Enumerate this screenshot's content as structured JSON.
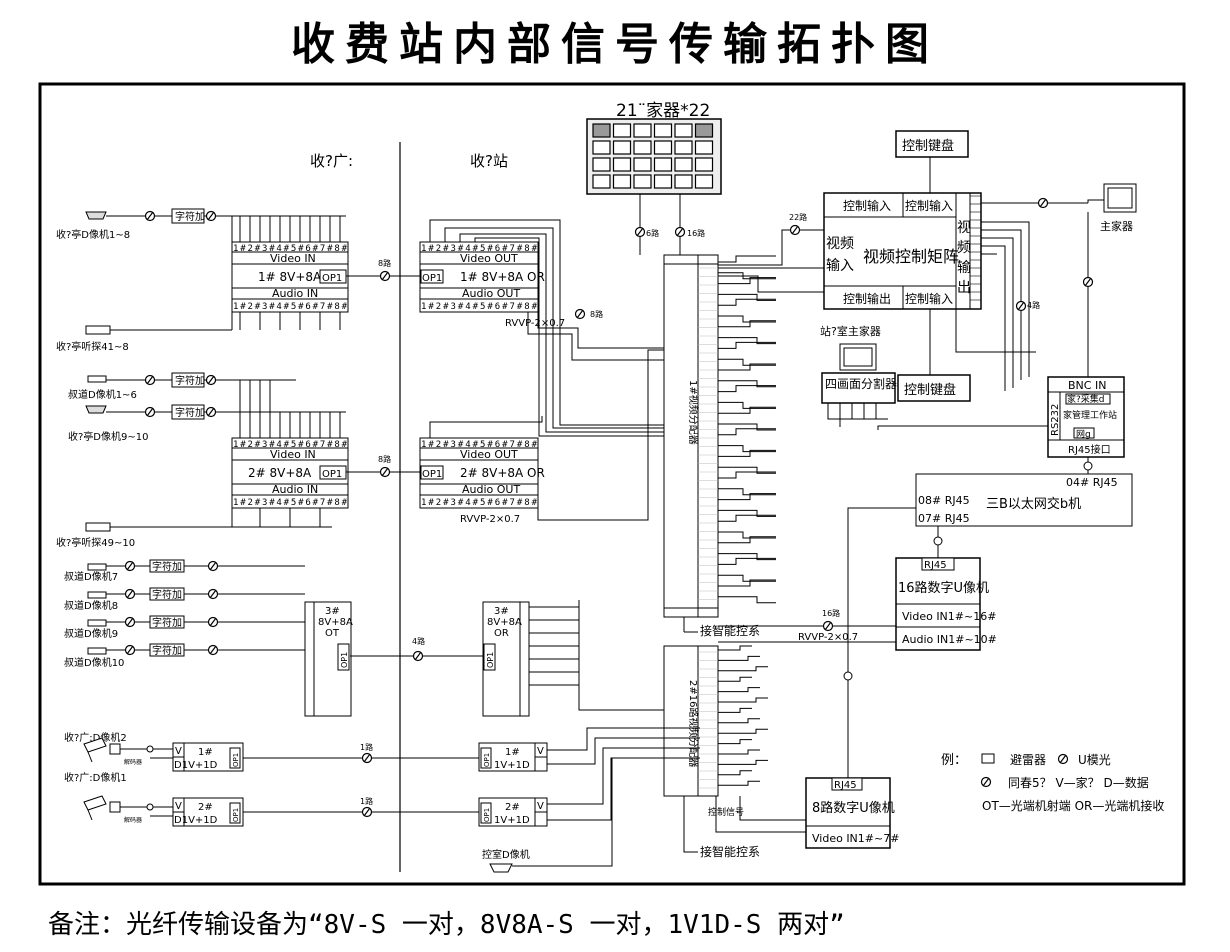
{
  "title": "收费站内部信号传输拓扑图",
  "note": "备注：光纤传输设备为“8V-S 一对，8V8A-S 一对，1V1D-S 两对”",
  "sections": {
    "plaza": "收?广:",
    "station": "收?站"
  },
  "wall": {
    "label": "21¨家器*22",
    "six": "6路",
    "sixteen": "16路"
  },
  "matrix": {
    "title": "视频控制矩阵",
    "ctrl_in_1": "控制输入",
    "ctrl_in_2": "控制输入",
    "ctrl_in_3": "控制输入",
    "ctrl_out": "控制输出",
    "vin_1": "视频",
    "vin_2": "输入",
    "vout_1": "视",
    "vout_2": "频",
    "vout_3": "输",
    "vout_4": "出",
    "lines_in": "22路",
    "lines_out": "4路"
  },
  "keyboards": {
    "top": "控制键盘",
    "bottom": "控制键盘"
  },
  "main_monitor": "主家器",
  "station_monitor": "站?室主家器",
  "quad": "四画面分割器",
  "workstation": {
    "bnc": "BNC IN",
    "capture": "家?采集d",
    "name": "家管理工作站",
    "card": "网g",
    "rs232": "RS232",
    "rj45": "RJ45接口"
  },
  "switch": {
    "port1": "04# RJ45",
    "port2": "08# RJ45",
    "port3": "07# RJ45",
    "name": "三B以太网交b机"
  },
  "dvr16": {
    "rj": "RJ45",
    "name": "16路数字U像机",
    "vin": "Video IN1#~16#",
    "ain": "Audio IN1#~10#",
    "count": "16路",
    "cable": "RVVP-2×0.7"
  },
  "dvr8": {
    "rj": "RJ45",
    "name": "8路数字U像机",
    "vin": "Video IN1#~7#"
  },
  "dist1": "1#视频分配器",
  "dist2": "2#16路视频分配器",
  "ctrl_signal": "控制信号",
  "smart1": "接智能控系",
  "smart2": "接智能控系",
  "tx1": {
    "vin": "Video IN",
    "model": "1# 8V+8A",
    "op": "OP1",
    "ain": "Audio IN",
    "ports": "1#2#3#4#5#6#7#8#"
  },
  "tx2": {
    "vin": "Video IN",
    "model": "2# 8V+8A",
    "op": "OP1",
    "ain": "Audio IN",
    "ports": "1#2#3#4#5#6#7#8#"
  },
  "rx1": {
    "vout": "Video OUT",
    "model": "1# 8V+8A OR",
    "op": "OP1",
    "aout": "Audio OUT",
    "ports": "1#2#3#4#5#6#7#8#",
    "cable": "RVVP-2×0.7",
    "eight": "8路"
  },
  "rx2": {
    "vout": "Video OUT",
    "model": "2# 8V+8A OR",
    "op": "OP1",
    "aout": "Audio OUT",
    "ports": "1#2#3#4#5#6#7#8#",
    "cable": "RVVP-2×0.7"
  },
  "tx3": {
    "l1": "3#",
    "l2": "8V+8A",
    "l3": "OT",
    "op": "OP1"
  },
  "rx3": {
    "l1": "3#",
    "l2": "8V+8A",
    "l3": "OR",
    "op": "OP1"
  },
  "links": {
    "a": "8路",
    "b": "8路",
    "c": "4路",
    "d": "1路",
    "e": "1路"
  },
  "cams": {
    "booth1": "收?亭D像机1~8",
    "mic1": "收?亭听探41~8",
    "lane1": "叔道D像机1~6",
    "booth2": "收?亭D像机9~10",
    "mic2": "收?亭听探49~10",
    "lane7": "叔道D像机7",
    "lane8": "叔道D像机8",
    "lane9": "叔道D像机9",
    "lane10": "叔道D像机10",
    "plaza2": "收?广:D像机2",
    "plaza1": "收?广:D像机1",
    "ctrl_room": "控室D像机"
  },
  "char_adder": "字符加",
  "decoder": "解码器",
  "small1": {
    "a": "1#",
    "b": "D1V+1D",
    "c": "OP1",
    "v": "V"
  },
  "small2": {
    "a": "2#",
    "b": "D1V+1D",
    "c": "OP1",
    "v": "V"
  },
  "small1r": {
    "a": "1#",
    "b": "1V+1D",
    "c": "OP1",
    "v": "V"
  },
  "small2r": {
    "a": "2#",
    "b": "1V+1D",
    "c": "OP1",
    "v": "V"
  },
  "legend": {
    "title": "例：",
    "l1": "避雷器",
    "l2": "U模光",
    "l3": "同春5？ V—家？ D—数据",
    "l4": "OT—光端机射端   OR—光端机接收"
  }
}
